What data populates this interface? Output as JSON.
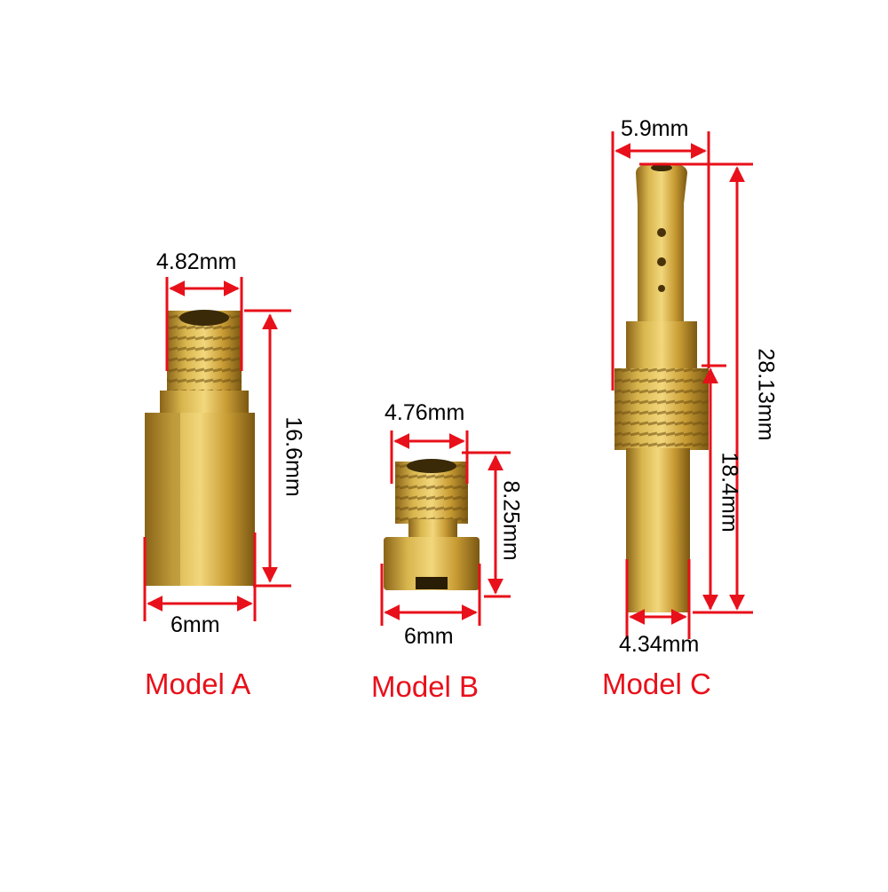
{
  "colors": {
    "dimension_line": "#e8101a",
    "brass": "#c9a23c",
    "label": "#e8101a",
    "text": "#000000"
  },
  "models": [
    {
      "label": "Model A",
      "dims": {
        "thread": "4.82mm",
        "height": "16.6mm",
        "base": "6mm"
      }
    },
    {
      "label": "Model B",
      "dims": {
        "thread": "4.76mm",
        "height": "8.25mm",
        "base": "6mm"
      }
    },
    {
      "label": "Model C",
      "dims": {
        "tip": "5.9mm",
        "total": "28.13mm",
        "lower": "18.4mm",
        "base": "4.34mm"
      }
    }
  ]
}
